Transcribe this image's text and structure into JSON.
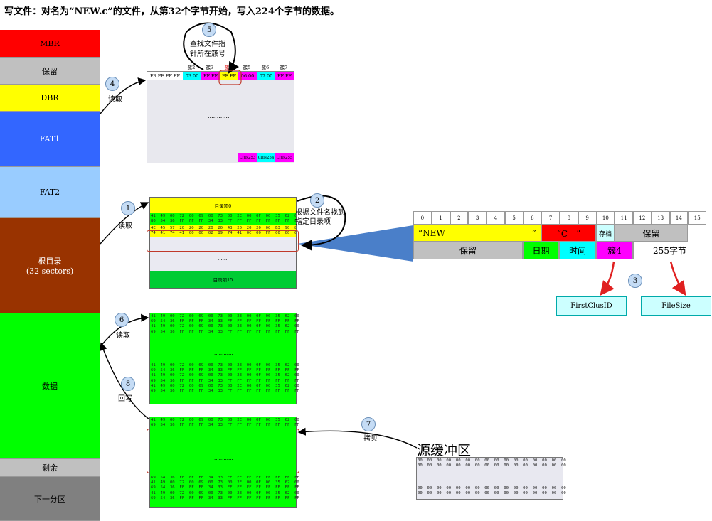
{
  "title": "写文件：对名为“NEW.c”的文件，从第32个字节开始，写入224个字节的数据。",
  "partition": [
    {
      "label": "MBR",
      "color": "#ff0000"
    },
    {
      "label": "保留",
      "color": "#c0c0c0"
    },
    {
      "label": "DBR",
      "color": "#ffff00"
    },
    {
      "label": "FAT1",
      "color": "#3366ff"
    },
    {
      "label": "FAT2",
      "color": "#99ccff"
    },
    {
      "label": "根目录\n(32 sectors)",
      "color": "#993300"
    },
    {
      "label": "数据",
      "color": "#00ff00"
    },
    {
      "label": "剩余",
      "color": "#c0c0c0"
    },
    {
      "label": "下一分区",
      "color": "#808080"
    }
  ],
  "steps": [
    {
      "num": "1",
      "label": "读取"
    },
    {
      "num": "2",
      "label": "根据文件名找到\n指定目录项"
    },
    {
      "num": "3",
      "label": ""
    },
    {
      "num": "4",
      "label": "读取"
    },
    {
      "num": "5",
      "label": "查找文件指\n针所在簇号"
    },
    {
      "num": "6",
      "label": "读取"
    },
    {
      "num": "7",
      "label": "拷贝"
    },
    {
      "num": "8",
      "label": "回写"
    }
  ],
  "fat": {
    "clusters": [
      "簇2",
      "簇3",
      "簇4",
      "簇5",
      "簇6",
      "簇7"
    ],
    "row": [
      "F8 FF FF FF",
      "03 00",
      "FF FF",
      "FF FF",
      "06 00",
      "07 00",
      "FF FF"
    ],
    "ellipsis": "............",
    "bottom": [
      "Clus253",
      "Clus254",
      "Clus255"
    ]
  },
  "root_dir": {
    "entry0": "目录项0",
    "entry15": "目录项15",
    "ellipsis": "......",
    "hex": "41  49  00  72  00  69  00  73  00  2E  00  0F  00  35  62  00\n80  54  36  FF  FF  FF  34  33  FF  FF  FF  FF  FF  FF  FF  FF",
    "highlight": "4E  45  57  20  20  20  20  20  43  20  20  20  00  B3  90  88\n74  41  74  41  00  00  02  89  74  41  0C  00  FF  00  00  00"
  },
  "entry_table": {
    "indices": [
      "0",
      "1",
      "2",
      "3",
      "4",
      "5",
      "6",
      "7",
      "8",
      "9",
      "10",
      "11",
      "12",
      "13",
      "14",
      "15"
    ],
    "row1": [
      {
        "text": "“NEW",
        "color": "#ffff00"
      },
      {
        "text": "”",
        "color": "#ffff00"
      },
      {
        "text": "“C　”",
        "color": "#ff0000"
      },
      {
        "text": "存档",
        "color": "#ccffff"
      },
      {
        "text": "保留",
        "color": "#c0c0c0"
      }
    ],
    "row2": [
      {
        "text": "保留",
        "color": "#c0c0c0"
      },
      {
        "text": "日期",
        "color": "#00ff00"
      },
      {
        "text": "时间",
        "color": "#00ffff"
      },
      {
        "text": "簇4",
        "color": "#ff00ff"
      },
      {
        "text": "255字节",
        "color": "#ffffff"
      }
    ],
    "first_clus": "FirstClusID",
    "file_size": "FileSize"
  },
  "data_block": {
    "hex": "41  49  00  72  00  69  00  73  00  2E  00  0F  00  35  62  00\n69  54  36  FF  FF  FF  34  33  FF  FF  FF  FF  FF  FF  FF  FF\n41  49  00  72  00  69  00  73  00  2E  00  0F  00  35  62  00\n69  54  36  FF  FF  FF  34  33  FF  FF  FF  FF  FF  FF  FF  FF",
    "ellipsis": "............",
    "hex2": "41  49  00  72  00  69  00  73  00  2E  00  0F  00  35  62  00\n69  54  36  FF  FF  FF  34  33  FF  FF  FF  FF  FF  FF  FF  FF\n41  49  00  72  00  69  00  73  00  2E  00  0F  00  35  62  00\n69  54  36  FF  FF  FF  34  33  FF  FF  FF  FF  FF  FF  FF  FF\n41  49  00  72  00  69  00  73  00  2E  00  0F  00  35  62  00\n69  54  36  FF  FF  FF  34  33  FF  FF  FF  FF  FF  FF  FF  FF"
  },
  "write_block": {
    "top": "41  49  00  72  00  69  00  73  00  2E  00  0F  00  35  62  00\n69  54  36  FF  FF  FF  34  33  FF  FF  FF  FF  FF  FF  FF  FF",
    "ellipsis": "............",
    "bottom": "69  54  36  FF  FF  FF  34  33  FF  FF  FF  FF  FF  FF  FF  FF\n41  49  00  72  00  69  00  73  00  2E  00  0F  00  35  62  00\n69  54  36  FF  FF  FF  34  33  FF  FF  FF  FF  FF  FF  FF  FF\n41  49  00  72  00  69  00  73  00  2E  00  0F  00  35  62  00\n69  54  36  FF  FF  FF  34  33  FF  FF  FF  FF  FF  FF  FF  FF"
  },
  "source_buffer": {
    "title": "源缓冲区",
    "hex_top": "00  00  00  00  00  00  00  00  00  00  00  00  00  00  00  00\n00  00  00  00  00  00  00  00  00  00  00  00  00  00  00  00",
    "ellipsis": "............",
    "hex_bottom": "00  00  00  00  00  00  00  00  00  00  00  00  00  00  00  00\n00  00  00  00  00  00  00  00  00  00  00  00  00  00  00  00"
  }
}
